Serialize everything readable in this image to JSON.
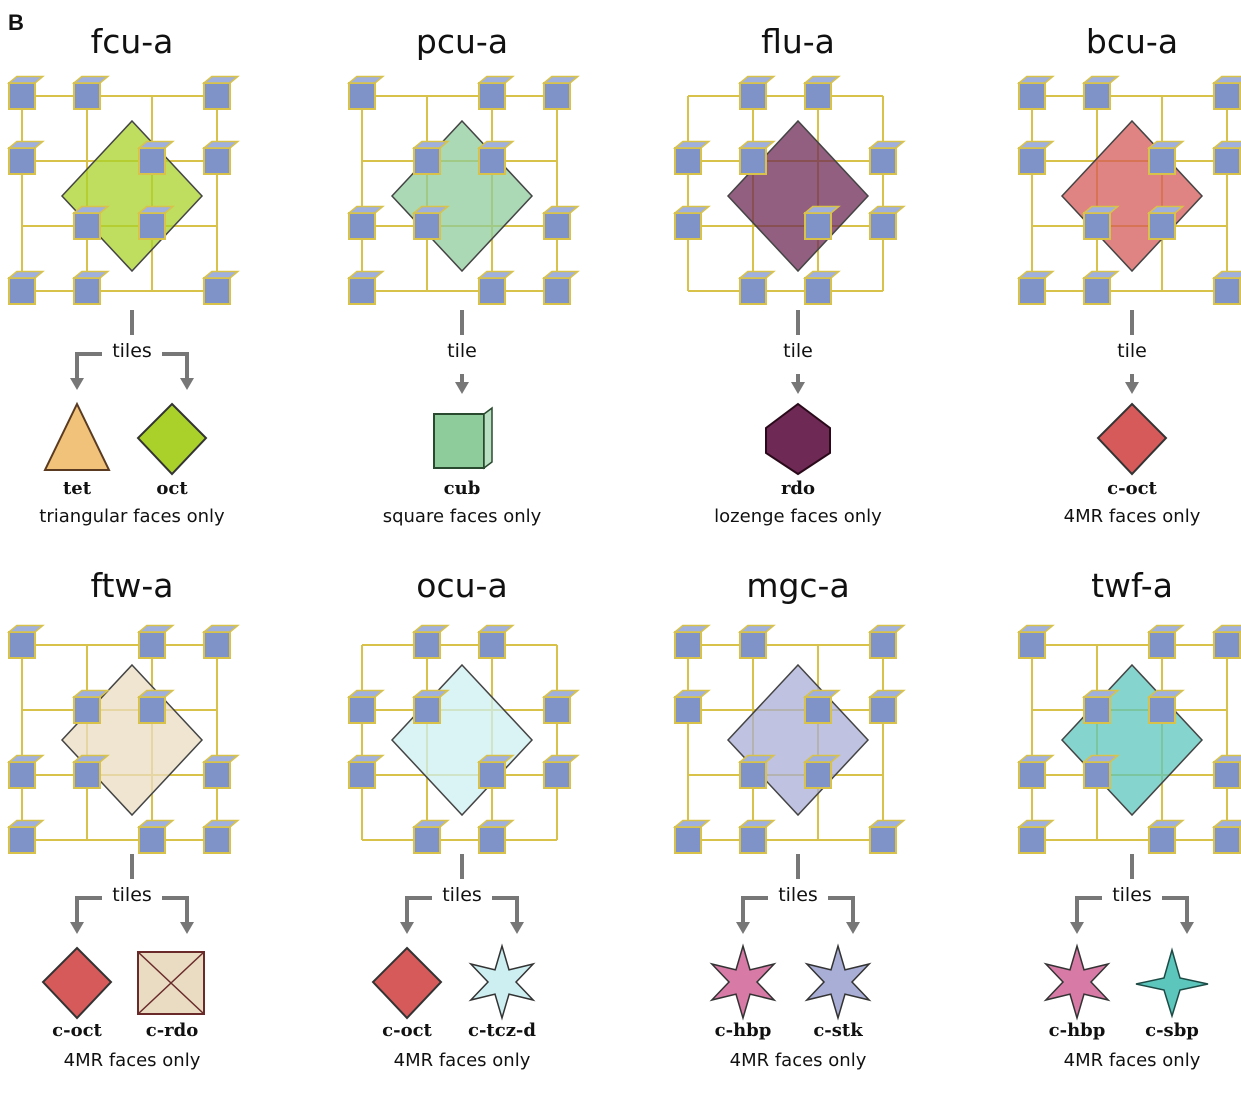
{
  "panel_letter": "B",
  "nets": [
    {
      "title": "fcu-a",
      "connector": "tiles",
      "tiles": [
        {
          "name": "tet"
        },
        {
          "name": "oct"
        }
      ],
      "caption": "triangular faces only"
    },
    {
      "title": "pcu-a",
      "connector": "tile",
      "tiles": [
        {
          "name": "cub"
        }
      ],
      "caption": "square faces only"
    },
    {
      "title": "flu-a",
      "connector": "tile",
      "tiles": [
        {
          "name": "rdo"
        }
      ],
      "caption": "lozenge faces only"
    },
    {
      "title": "bcu-a",
      "connector": "tile",
      "tiles": [
        {
          "name": "c-oct"
        }
      ],
      "caption": "4MR faces only"
    },
    {
      "title": "ftw-a",
      "connector": "tiles",
      "tiles": [
        {
          "name": "c-oct"
        },
        {
          "name": "c-rdo"
        }
      ],
      "caption": "4MR faces only"
    },
    {
      "title": "ocu-a",
      "connector": "tiles",
      "tiles": [
        {
          "name": "c-oct"
        },
        {
          "name": "c-tcz-d"
        }
      ],
      "caption": "4MR faces only"
    },
    {
      "title": "mgc-a",
      "connector": "tiles",
      "tiles": [
        {
          "name": "c-hbp"
        },
        {
          "name": "c-stk"
        }
      ],
      "caption": "4MR faces only"
    },
    {
      "title": "twf-a",
      "connector": "tiles",
      "tiles": [
        {
          "name": "c-hbp"
        },
        {
          "name": "c-sbp"
        }
      ],
      "caption": "4MR faces only"
    }
  ],
  "colors": {
    "node": "#7f93c9",
    "edge": "#d8c24a",
    "tet": "#f0c27a",
    "oct": "#a9d12a",
    "cub": "#8fcc9c",
    "rdo": "#6e2a55",
    "coct": "#d65a5a",
    "crdo": "#e9dcc2",
    "ctcz": "#cdeff2",
    "chbp": "#d77aa6",
    "cstk": "#a9aed6",
    "csbp": "#5cc6bd",
    "arrow": "#777777"
  }
}
